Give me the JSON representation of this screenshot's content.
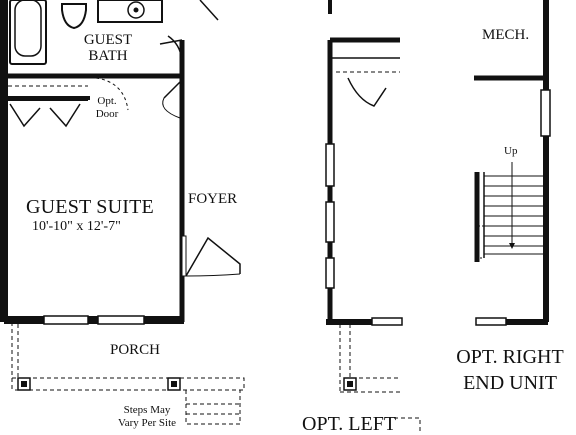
{
  "labels": {
    "guest_bath_line1": "GUEST",
    "guest_bath_line2": "BATH",
    "opt_door_line1": "Opt.",
    "opt_door_line2": "Door",
    "guest_suite": "GUEST SUITE",
    "guest_suite_dims": "10'-10\" x 12'-7\"",
    "foyer": "FOYER",
    "porch": "PORCH",
    "steps_line1": "Steps May",
    "steps_line2": "Vary Per Site",
    "mech": "MECH.",
    "up": "Up",
    "opt_right_line1": "OPT. RIGHT",
    "opt_right_line2": "END UNIT",
    "opt_left": "OPT. LEFT"
  }
}
